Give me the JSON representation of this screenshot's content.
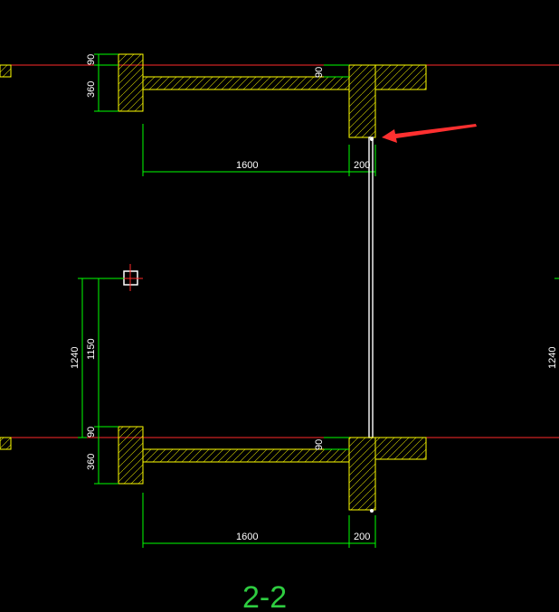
{
  "drawing": {
    "section_title": "2-2",
    "colors": {
      "background": "#000000",
      "axis_line": "#ff2a2a",
      "dimension": "#00ff00",
      "concrete_outline": "#ffff00",
      "wall_line": "#ffffff",
      "arrow": "#ff3030"
    },
    "top_detail": {
      "dim_left_top": "90",
      "dim_left_bottom": "360",
      "dim_right_small": "90",
      "dim_span": "1600",
      "dim_wall": "200"
    },
    "bottom_detail": {
      "dim_left_top": "90",
      "dim_left_bottom": "360",
      "dim_right_small": "90",
      "dim_span": "1600",
      "dim_wall": "200"
    },
    "left_vertical": {
      "total": "1240",
      "part": "1150"
    },
    "right_vertical": {
      "total": "1240"
    }
  }
}
